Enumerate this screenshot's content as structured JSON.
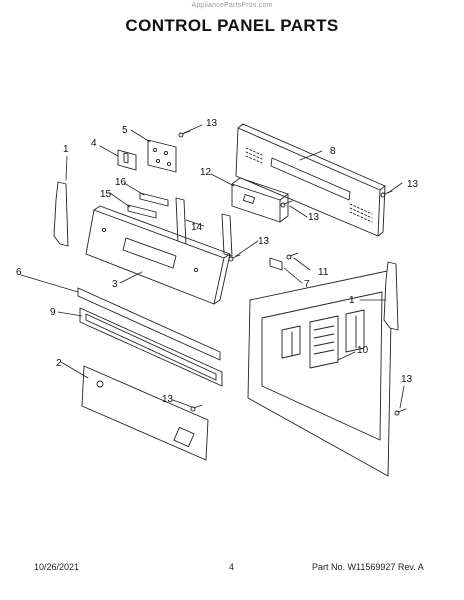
{
  "watermark": "AppliancePartsPros.com",
  "title": "CONTROL PANEL PARTS",
  "callouts": {
    "c1": "1",
    "c2": "2",
    "c3": "3",
    "c4": "4",
    "c5": "5",
    "c6": "6",
    "c7": "7",
    "c8": "8",
    "c9": "9",
    "c10": "10",
    "c11": "11",
    "c12": "12",
    "c13": "13",
    "c14": "14",
    "c15": "15",
    "c16": "16"
  },
  "footer": {
    "date": "10/26/2021",
    "page": "4",
    "part_number": "Part No. W11569927  Rev. A"
  }
}
